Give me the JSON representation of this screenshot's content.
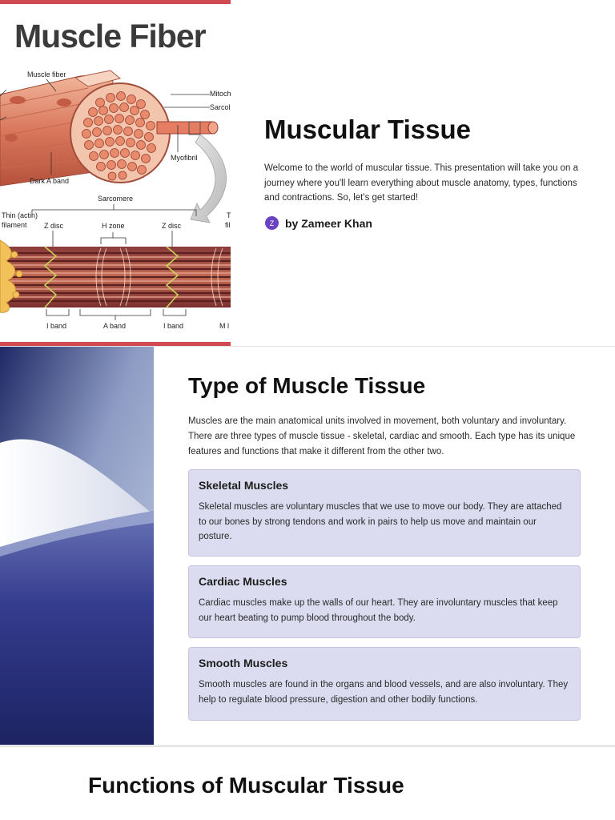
{
  "slide1": {
    "figure": {
      "title": "Muscle Fiber",
      "labels": {
        "muscle_fiber": "Muscle fiber",
        "mitoch": "Mitoch",
        "sarco": "Sarcol",
        "myofibril": "Myofibril",
        "dark_a_band": "Dark A band",
        "sarcomere": "Sarcomere",
        "thin_actin": "Thin (actin)",
        "filament": "filament",
        "z_disc_left": "Z disc",
        "h_zone": "H zone",
        "z_disc_right": "Z disc",
        "t_cut": "T",
        "fil_cut": "fil",
        "i_band_left": "I band",
        "a_band": "A band",
        "i_band_right": "I band",
        "m_cut": "M l"
      }
    },
    "title": "Muscular Tissue",
    "body": "Welcome to the world of muscular tissue. This presentation will take you on a journey where you'll learn everything about muscle anatomy, types, functions and contractions. So, let's get started!",
    "author": {
      "avatar_letter": "Z",
      "name": "by Zameer Khan"
    }
  },
  "slide2": {
    "title": "Type of Muscle Tissue",
    "intro": "Muscles are the main anatomical units involved in movement, both voluntary and involuntary. There are three types of muscle tissue - skeletal, cardiac and smooth. Each type has its unique features and functions that make it different from the other two.",
    "cards": [
      {
        "title": "Skeletal Muscles",
        "body": "Skeletal muscles are voluntary muscles that we use to move our body. They are attached to our bones by strong tendons and work in pairs to help us move and maintain our posture."
      },
      {
        "title": "Cardiac Muscles",
        "body": "Cardiac muscles make up the walls of our heart. They are involuntary muscles that keep our heart beating to pump blood throughout the body."
      },
      {
        "title": "Smooth Muscles",
        "body": "Smooth muscles are found in the organs and blood vessels, and are also involuntary. They help to regulate blood pressure, digestion and other bodily functions."
      }
    ]
  },
  "slide3": {
    "title": "Functions of Muscular Tissue"
  },
  "colors": {
    "accent_red": "#cf4a4e",
    "card_bg": "#dcdcf1",
    "avatar_purple": "#6a42c2",
    "image_navy": "#2b2f7a"
  }
}
